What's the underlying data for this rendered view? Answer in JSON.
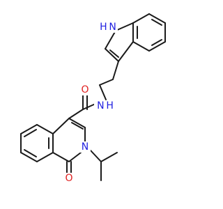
{
  "colors": {
    "bond": "#1a1a1a",
    "carbon": "#1a1a1a",
    "nitrogen": "#1f1fe0",
    "oxygen": "#e01f1f",
    "background": "#ffffff"
  },
  "atoms": {
    "indole_nh": {
      "label": "H N",
      "element": "nitrogen"
    },
    "amide_nh": {
      "label": "N H",
      "element": "nitrogen"
    },
    "amide_o": {
      "label": "O",
      "element": "oxygen"
    },
    "ring_n": {
      "label": "N",
      "element": "nitrogen"
    },
    "lactam_o": {
      "label": "O",
      "element": "oxygen"
    }
  }
}
